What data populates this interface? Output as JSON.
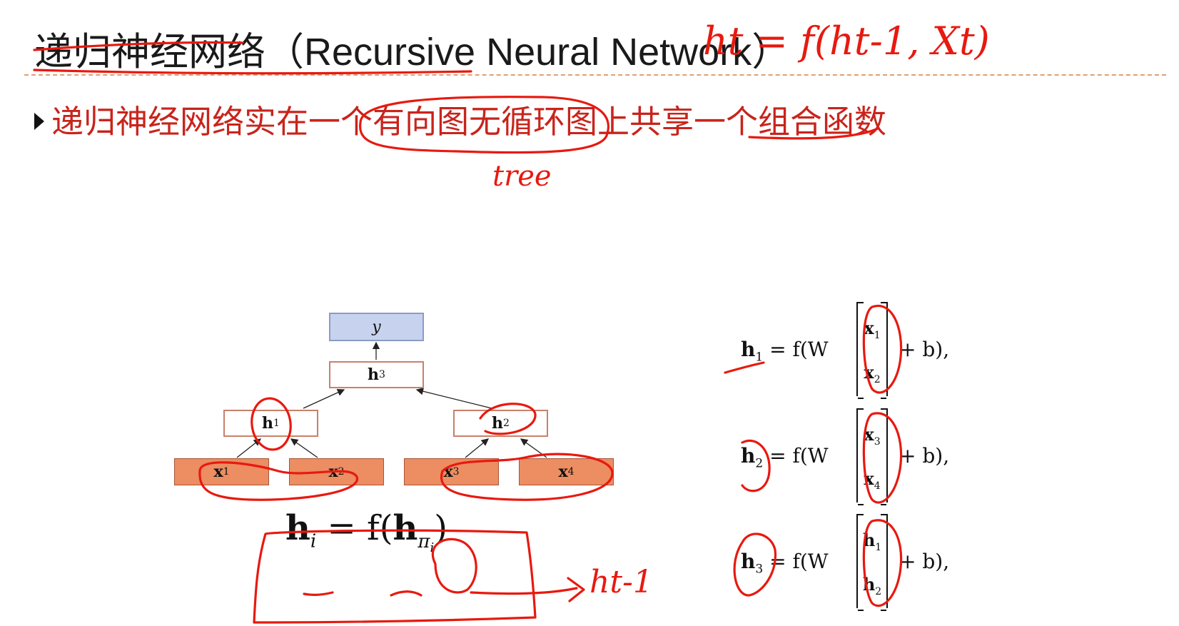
{
  "slide": {
    "title": "递归神经网络（Recursive Neural Network）",
    "bullet": "递归神经网络实在一个有向图无循环图上共享一个组合函数"
  },
  "tree": {
    "output": {
      "symbol": "y"
    },
    "root": {
      "symbol": "h",
      "sub": "3"
    },
    "left": {
      "symbol": "h",
      "sub": "1"
    },
    "right": {
      "symbol": "h",
      "sub": "2"
    },
    "inputs": [
      {
        "symbol": "x",
        "sub": "1"
      },
      {
        "symbol": "x",
        "sub": "2"
      },
      {
        "symbol": "x",
        "sub": "3"
      },
      {
        "symbol": "x",
        "sub": "4"
      }
    ]
  },
  "general_equation": {
    "lhs": "h",
    "lhs_sub": "i",
    "middle": " = f(",
    "arg": "h",
    "arg_sub": "π",
    "arg_subsub": "i",
    "close": ")"
  },
  "equations": [
    {
      "lhs": "h",
      "lhs_sub": "1",
      "pre": " = f(W",
      "top": "x",
      "top_sub": "1",
      "bottom": "x",
      "bottom_sub": "2",
      "post": " + b),",
      "post_b": "b"
    },
    {
      "lhs": "h",
      "lhs_sub": "2",
      "pre": " = f(W",
      "top": "x",
      "top_sub": "3",
      "bottom": "x",
      "bottom_sub": "4",
      "post": " + b),",
      "post_b": "b"
    },
    {
      "lhs": "h",
      "lhs_sub": "3",
      "pre": " = f(W",
      "top": "h",
      "top_sub": "1",
      "bottom": "h",
      "bottom_sub": "2",
      "post": " + b),",
      "post_b": "b"
    }
  ],
  "annotations": {
    "title_formula": "ht = f(ht-1, Xt)",
    "under_circle": "tree",
    "arrow_target": "ht-1"
  },
  "colors": {
    "ink_red": "#e8190f",
    "bullet_text": "#c8241c",
    "input_fill": "#ec8d62",
    "hidden_border": "#c9806a",
    "output_fill": "#c7d3ee"
  }
}
